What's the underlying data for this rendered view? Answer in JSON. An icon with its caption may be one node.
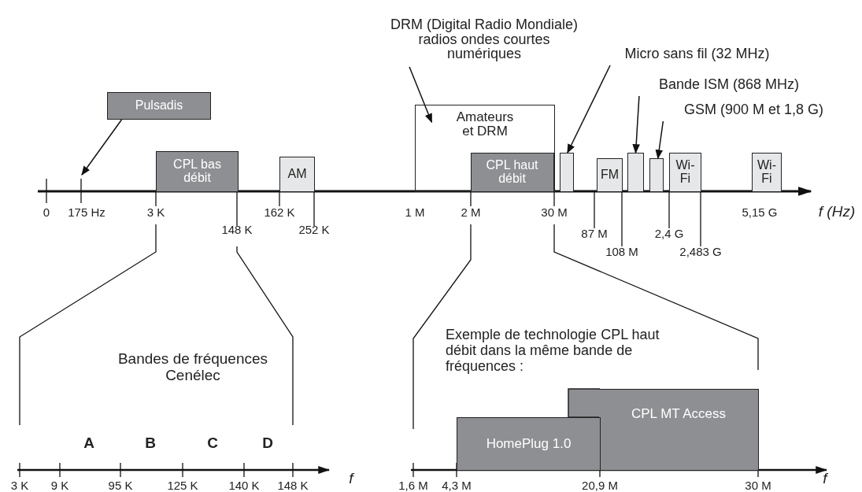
{
  "diagram": {
    "nodes": [
      {
        "text": [
          "DRM (Digital Radio Mondiale) radios ondes courtes numériques"
        ]
      },
      {
        "text": [
          "Micro sans fil (32 MHz)"
        ]
      },
      {
        "text": [
          "Bande ISM (868 MHz)"
        ]
      },
      {
        "text": [
          "GSM (900 M et 1,8 G)"
        ]
      },
      {
        "text": [
          "Pulsadis"
        ]
      },
      {
        "text": [
          "Amateurs et DRM"
        ]
      },
      {
        "text": [
          "CPL bas débit"
        ]
      },
      {
        "text": [
          "AM"
        ]
      },
      {
        "text": [
          "CPL haut débit"
        ],
        "in": 5
      },
      {
        "text": [],
        "shape": "box"
      },
      {
        "text": [
          "FM"
        ]
      },
      {
        "text": [],
        "shape": "box"
      },
      {
        "text": [],
        "shape": "box"
      },
      {
        "text": [
          "Wi-Fi"
        ]
      },
      {
        "text": [
          "Wi-Fi"
        ]
      },
      {
        "text": [
          "CPL MT Access"
        ]
      },
      {
        "text": [
          "HomePlug 1.0"
        ]
      }
    ],
    "edges": [
      {
        "from": 4,
        "to": null,
        "arrow": "to"
      },
      {
        "from": 0,
        "to": 5,
        "arrow": "to"
      },
      {
        "from": 1,
        "to": 9,
        "arrow": "to"
      },
      {
        "from": 2,
        "to": 11,
        "arrow": "to"
      },
      {
        "from": 3,
        "to": 12,
        "arrow": "to"
      }
    ],
    "labels": [
      "0",
      "175 Hz",
      "3 K",
      "148 K",
      "162 K",
      "252 K",
      "1 M",
      "2 M",
      "30 M",
      "87 M",
      "108 M",
      "2,4 G",
      "2,483 G",
      "5,15 G",
      "f (Hz)",
      "Bandes de fréquences Cenélec",
      "Exemple de technologie CPL haut débit dans la même bande de fréquences :",
      "A",
      "B",
      "C",
      "D",
      "3 K",
      "9 K",
      "95 K",
      "125 K",
      "140 K",
      "148 K",
      "f",
      "1,6 M",
      "4,3 M",
      "20,9 M",
      "30 M",
      "f"
    ]
  }
}
